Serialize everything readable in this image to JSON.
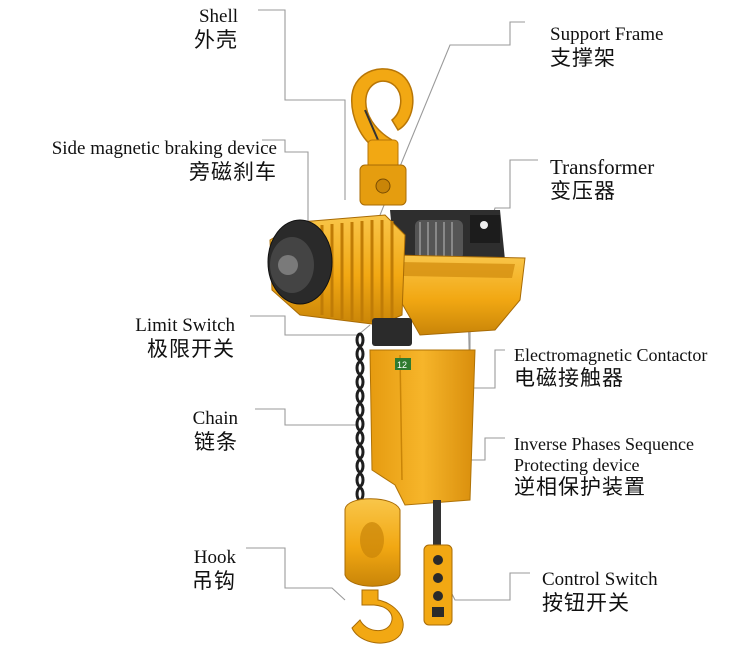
{
  "colors": {
    "body": "#f2a813",
    "body_dark": "#c98508",
    "body_light": "#f9c64a",
    "metal": "#3a3a3a",
    "chain": "#1e1e1e",
    "leader": "#999999"
  },
  "labels": {
    "shell": {
      "en": "Shell",
      "cn": "外壳"
    },
    "side_brake": {
      "en": "Side magnetic braking device",
      "cn": "旁磁刹车"
    },
    "limit": {
      "en": "Limit Switch",
      "cn": "极限开关"
    },
    "chain": {
      "en": "Chain",
      "cn": "链条"
    },
    "hook": {
      "en": "Hook",
      "cn": "吊钩"
    },
    "support": {
      "en": "Support Frame",
      "cn": "支撑架"
    },
    "transformer": {
      "en": "Transformer",
      "cn": "变压器"
    },
    "contactor": {
      "en": "Electromagnetic Contactor",
      "cn": "电磁接触器"
    },
    "inverse": {
      "en1": "Inverse Phases Sequence",
      "en2": "Protecting device",
      "cn": "逆相保护装置"
    },
    "control": {
      "en": "Control Switch",
      "cn": "按钮开关"
    }
  },
  "product": {
    "chain_bag_tag": "12"
  },
  "icons": [
    "hoist-illustration",
    "top-hook-icon",
    "bottom-hook-icon",
    "pendant-control-icon"
  ]
}
